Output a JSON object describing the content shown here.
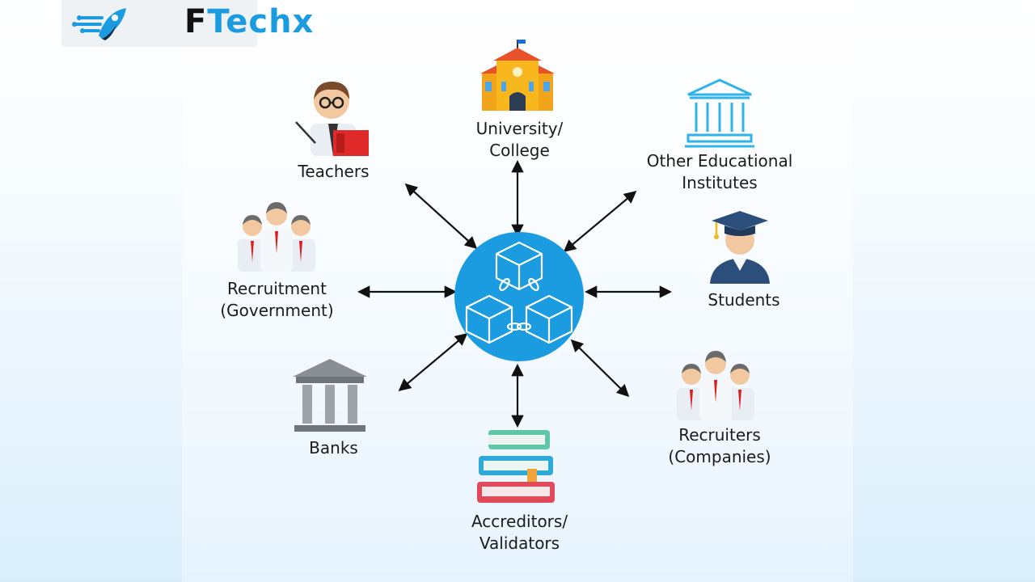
{
  "brand": {
    "prefix": "F",
    "rest": "Techx",
    "accent": "#1b9be0"
  },
  "nodes": {
    "university": "University/\nCollege",
    "teachers": "Teachers",
    "other_institutes": "Other Educational\nInstitutes",
    "recruitment_gov": "Recruitment\n(Government)",
    "students": "Students",
    "banks": "Banks",
    "recruiters": "Recruiters\n(Companies)",
    "accreditors": "Accreditors/\nValidators"
  },
  "hub": {
    "icon": "blockchain-icon",
    "color": "#1b9be0"
  }
}
